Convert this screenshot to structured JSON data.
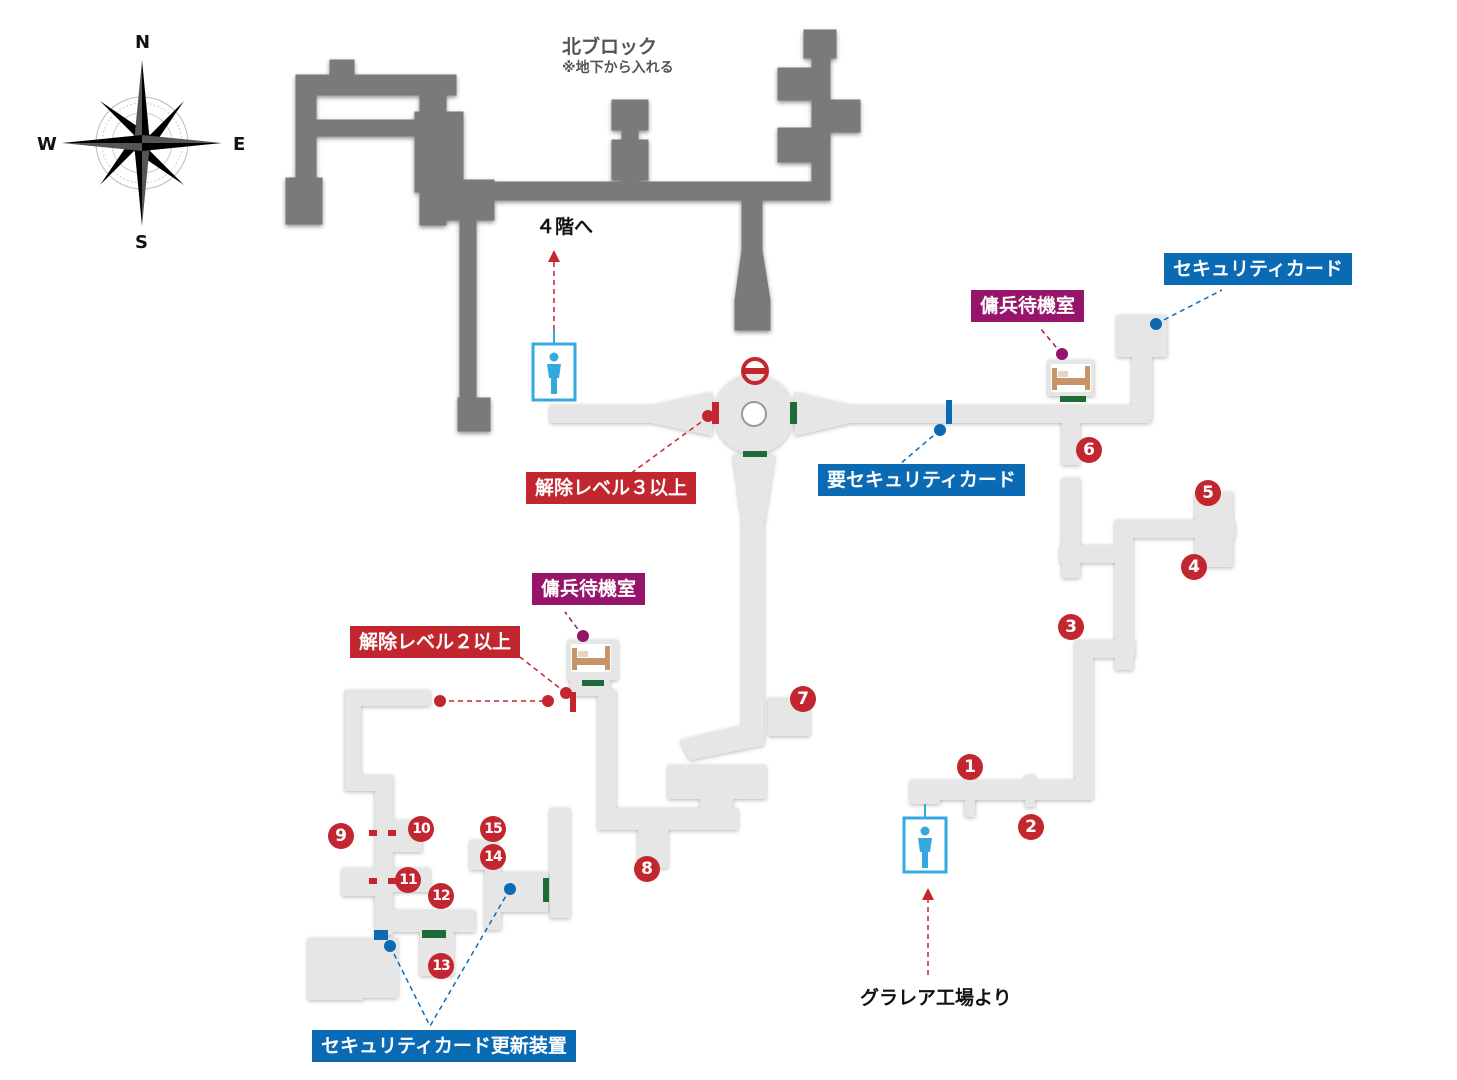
{
  "compass": {
    "north": "N",
    "south": "S",
    "east": "E",
    "west": "W"
  },
  "areas": {
    "north_block": "北ブロック",
    "north_block_note": "※地下から入れる"
  },
  "texts": {
    "to_4f": "４階へ",
    "from_grarea": "グラレア工場より"
  },
  "labels": {
    "clear_level_3": "解除レベル３以上",
    "clear_level_2": "解除レベル２以上",
    "security_card_required": "要セキュリティカード",
    "security_card": "セキュリティカード",
    "mercenary_room_1": "傭兵待機室",
    "mercenary_room_2": "傭兵待機室",
    "card_updater": "セキュリティカード更新装置"
  },
  "markers": [
    "1",
    "2",
    "3",
    "4",
    "5",
    "6",
    "7",
    "8",
    "9",
    "10",
    "11",
    "12",
    "13",
    "14",
    "15"
  ],
  "colors": {
    "accent_red": "#c2262e",
    "accent_blue": "#0b6ab4",
    "accent_purple": "#96146a",
    "door_green": "#1e6b3a",
    "elevator_cyan": "#33a9e0",
    "corridor_light": "#e6e6e6",
    "corridor_dark": "#7a7a7a"
  },
  "icons": [
    "compass-rose-icon",
    "elevator-person-icon",
    "bed-icon",
    "no-entry-icon"
  ]
}
